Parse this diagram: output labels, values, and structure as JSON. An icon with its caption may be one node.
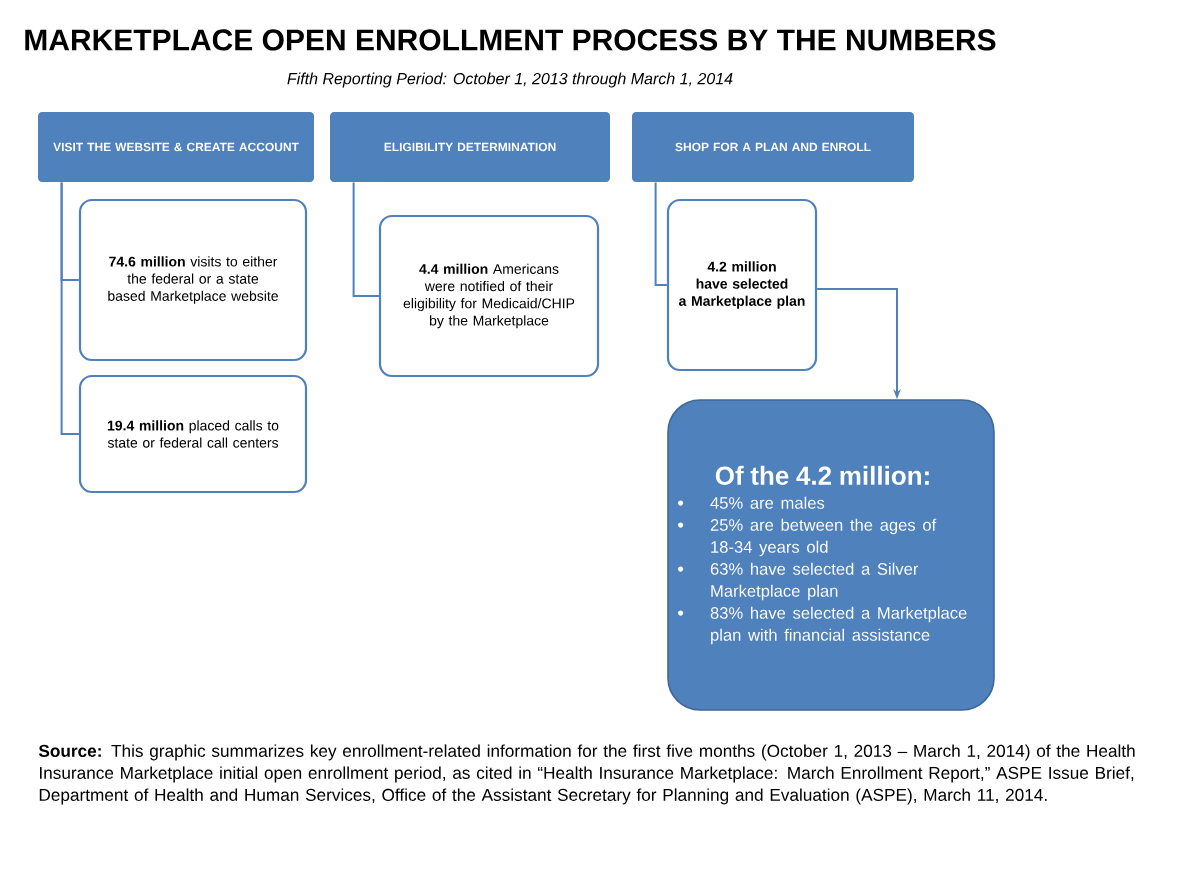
{
  "diagram": {
    "title": "MARKETPLACE OPEN ENROLLMENT PROCESS BY THE NUMBERS",
    "caption": "**Source:**  This graphic summarizes key enrollment-related information for the first five months (October 1, 2013 – March 1, 2014) of the Health Insurance Marketplace initial open enrollment period, as cited in “Health Insurance Marketplace: March Enrollment Report,” ASPE Issue Brief, Department of Health and Human Services, Office of the Assistant Secretary for Planning and Evaluation (ASPE), March 11, 2014.",
    "labels": [
      "Fifth Reporting Period: October 1, 2013 through March 1, 2014"
    ],
    "nodes": [
      {
        "text": [
          "VISIT THE WEBSITE & CREATE ACCOUNT"
        ]
      },
      {
        "text": [
          "ELIGIBILITY DETERMINATION"
        ]
      },
      {
        "text": [
          "SHOP FOR A PLAN AND ENROLL"
        ]
      },
      {
        "text": [
          "**74.6 million** visits to either the federal or a state based Marketplace website"
        ]
      },
      {
        "text": [
          "**19.4 million** placed calls to state or federal call centers"
        ]
      },
      {
        "text": [
          "**4.4 million**  Americans were notified of their eligibility for Medicaid/CHIP by the Marketplace"
        ]
      },
      {
        "text": [
          "4.2 million have selected a Marketplace plan"
        ]
      },
      {
        "text": [
          "Of the 4.2 million:",
          "45% are males",
          "25% are between the ages of 18-34 years old",
          "63% have selected a Silver Marketplace plan",
          "83% have selected a Marketplace plan with financial assistance"
        ]
      }
    ],
    "edges": [
      {
        "from": 0,
        "to": 3,
        "arrow": "none"
      },
      {
        "from": 0,
        "to": 4,
        "arrow": "none"
      },
      {
        "from": 1,
        "to": 5,
        "arrow": "none"
      },
      {
        "from": 2,
        "to": 6,
        "arrow": "none"
      },
      {
        "from": 6,
        "to": 7,
        "arrow": "to"
      }
    ]
  }
}
